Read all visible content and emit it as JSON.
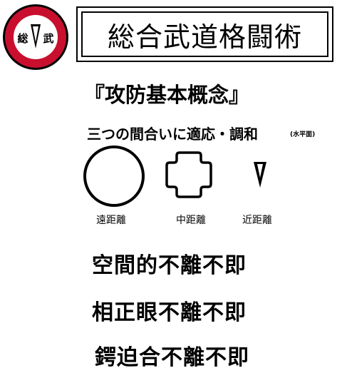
{
  "logo": {
    "left_char": "総",
    "right_char": "武",
    "colors": {
      "ring_outer": "#000000",
      "ring_fill": "#c8102e",
      "disc": "#ffffff",
      "emblem": "#000000"
    }
  },
  "title": "総合武道格闘術",
  "concept_heading": "『攻防基本概念』",
  "subtitle": "三つの間合いに適応・調和",
  "subtitle_note": "(水平面)",
  "ranges": [
    {
      "label": "遠距離",
      "shape": "circle"
    },
    {
      "label": "中距離",
      "shape": "rounded-cross-square"
    },
    {
      "label": "近距離",
      "shape": "inverted-triangle"
    }
  ],
  "principles": [
    "空間的不離不即",
    "相正眼不離不即",
    "鍔迫合不離不即"
  ]
}
